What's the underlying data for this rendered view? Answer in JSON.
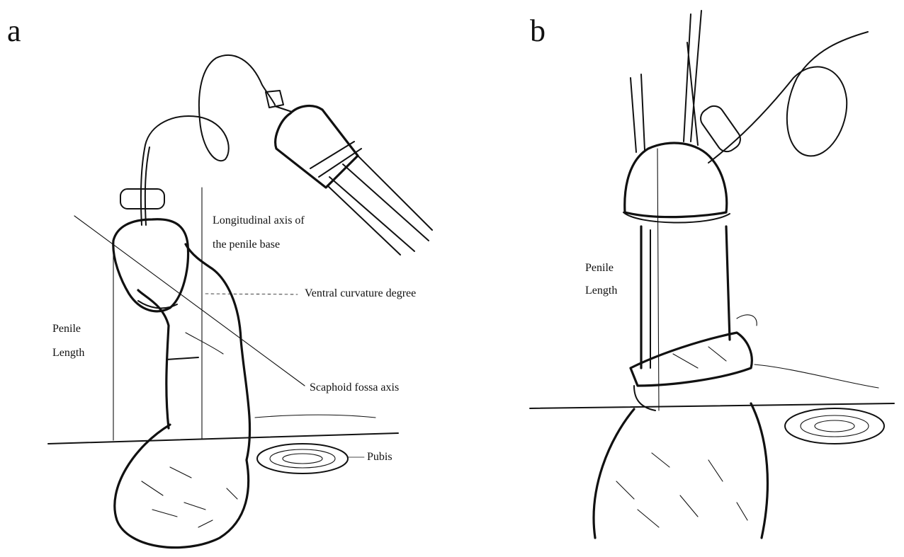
{
  "panels": [
    {
      "letter": "a",
      "labels": {
        "axis_line1": "Longitudinal axis of",
        "axis_line2": "the penile base",
        "curvature": "Ventral curvature degree",
        "length_line1": "Penile",
        "length_line2": "Length",
        "scaphoid": "Scaphoid fossa axis",
        "pubis": "Pubis"
      }
    },
    {
      "letter": "b",
      "labels": {
        "length_line1": "Penile",
        "length_line2": "Length"
      }
    }
  ]
}
